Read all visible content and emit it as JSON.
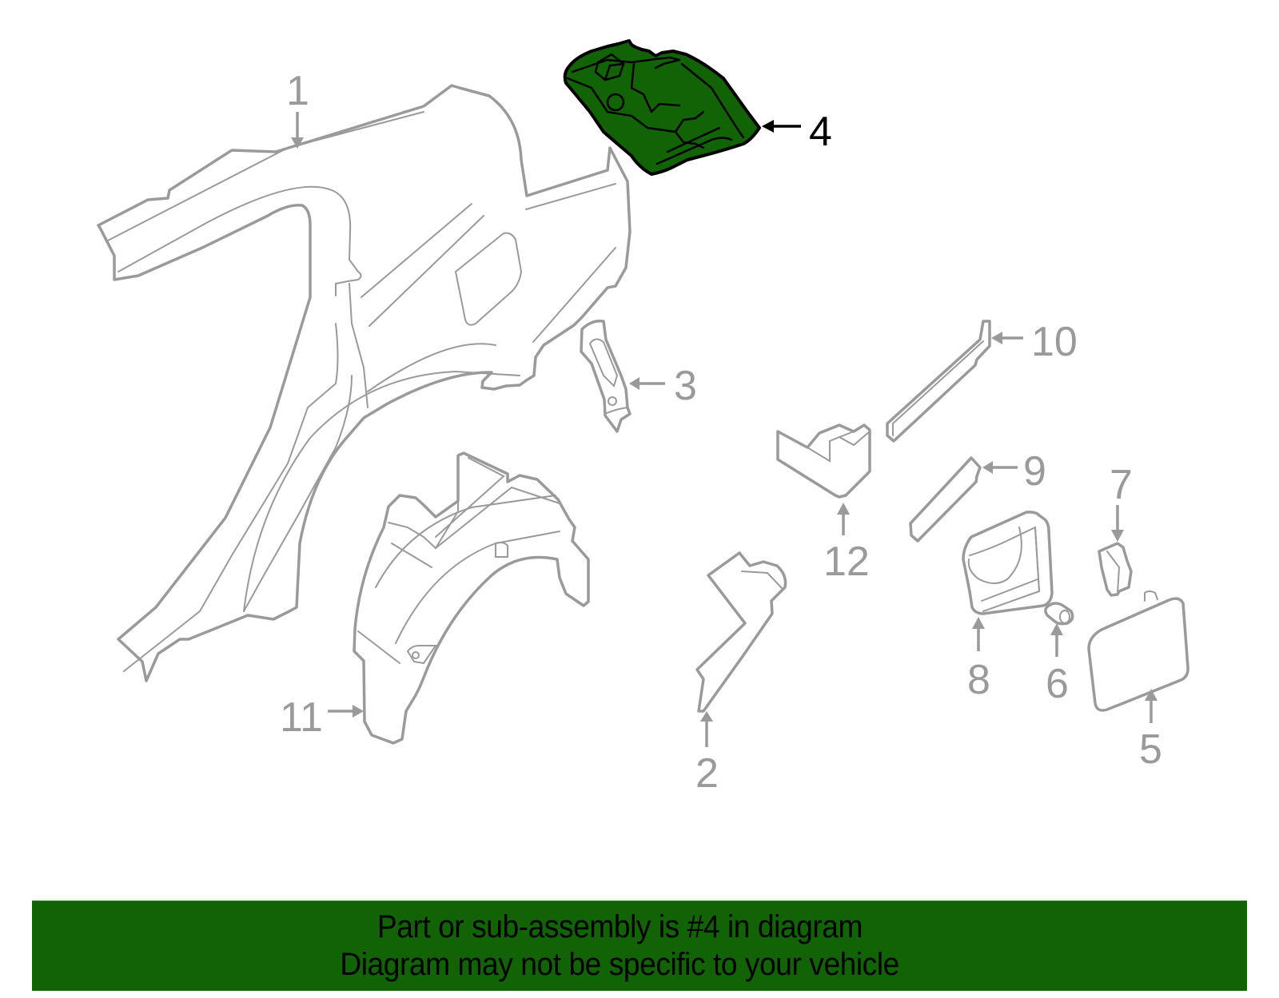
{
  "diagram": {
    "highlight_color": "#116306",
    "line_color": "#9a9a9a",
    "highlighted_part": "4",
    "callouts": [
      {
        "id": "1",
        "label": "1"
      },
      {
        "id": "2",
        "label": "2"
      },
      {
        "id": "3",
        "label": "3"
      },
      {
        "id": "4",
        "label": "4"
      },
      {
        "id": "5",
        "label": "5"
      },
      {
        "id": "6",
        "label": "6"
      },
      {
        "id": "7",
        "label": "7"
      },
      {
        "id": "8",
        "label": "8"
      },
      {
        "id": "9",
        "label": "9"
      },
      {
        "id": "10",
        "label": "10"
      },
      {
        "id": "11",
        "label": "11"
      },
      {
        "id": "12",
        "label": "12"
      }
    ]
  },
  "banner": {
    "line1": "Part or sub-assembly is #4 in diagram",
    "line2": "Diagram may not be specific to your vehicle",
    "background": "#116306"
  }
}
